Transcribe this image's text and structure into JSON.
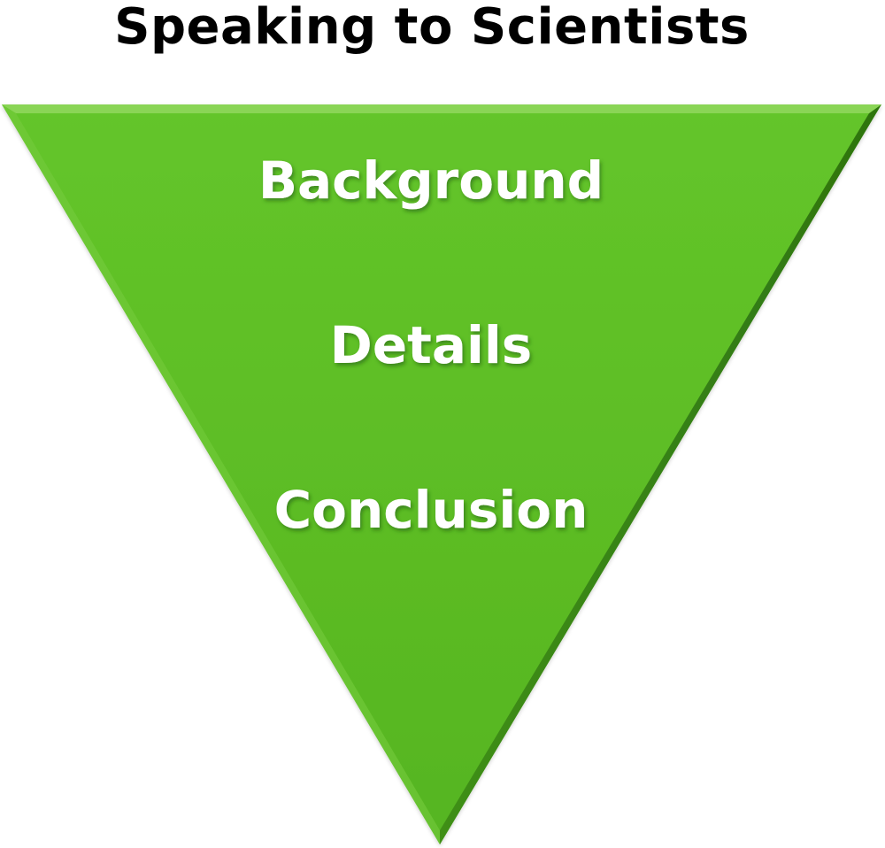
{
  "title": "Speaking to Scientists",
  "stages": [
    {
      "label": "Background"
    },
    {
      "label": "Details"
    },
    {
      "label": "Conclusion"
    }
  ],
  "colors": {
    "triangle_fill": "#5bbd23",
    "triangle_edge_light": "#8fd860",
    "triangle_edge_dark": "#2f7a12",
    "label_text": "#ffffff",
    "title_text": "#000000"
  }
}
